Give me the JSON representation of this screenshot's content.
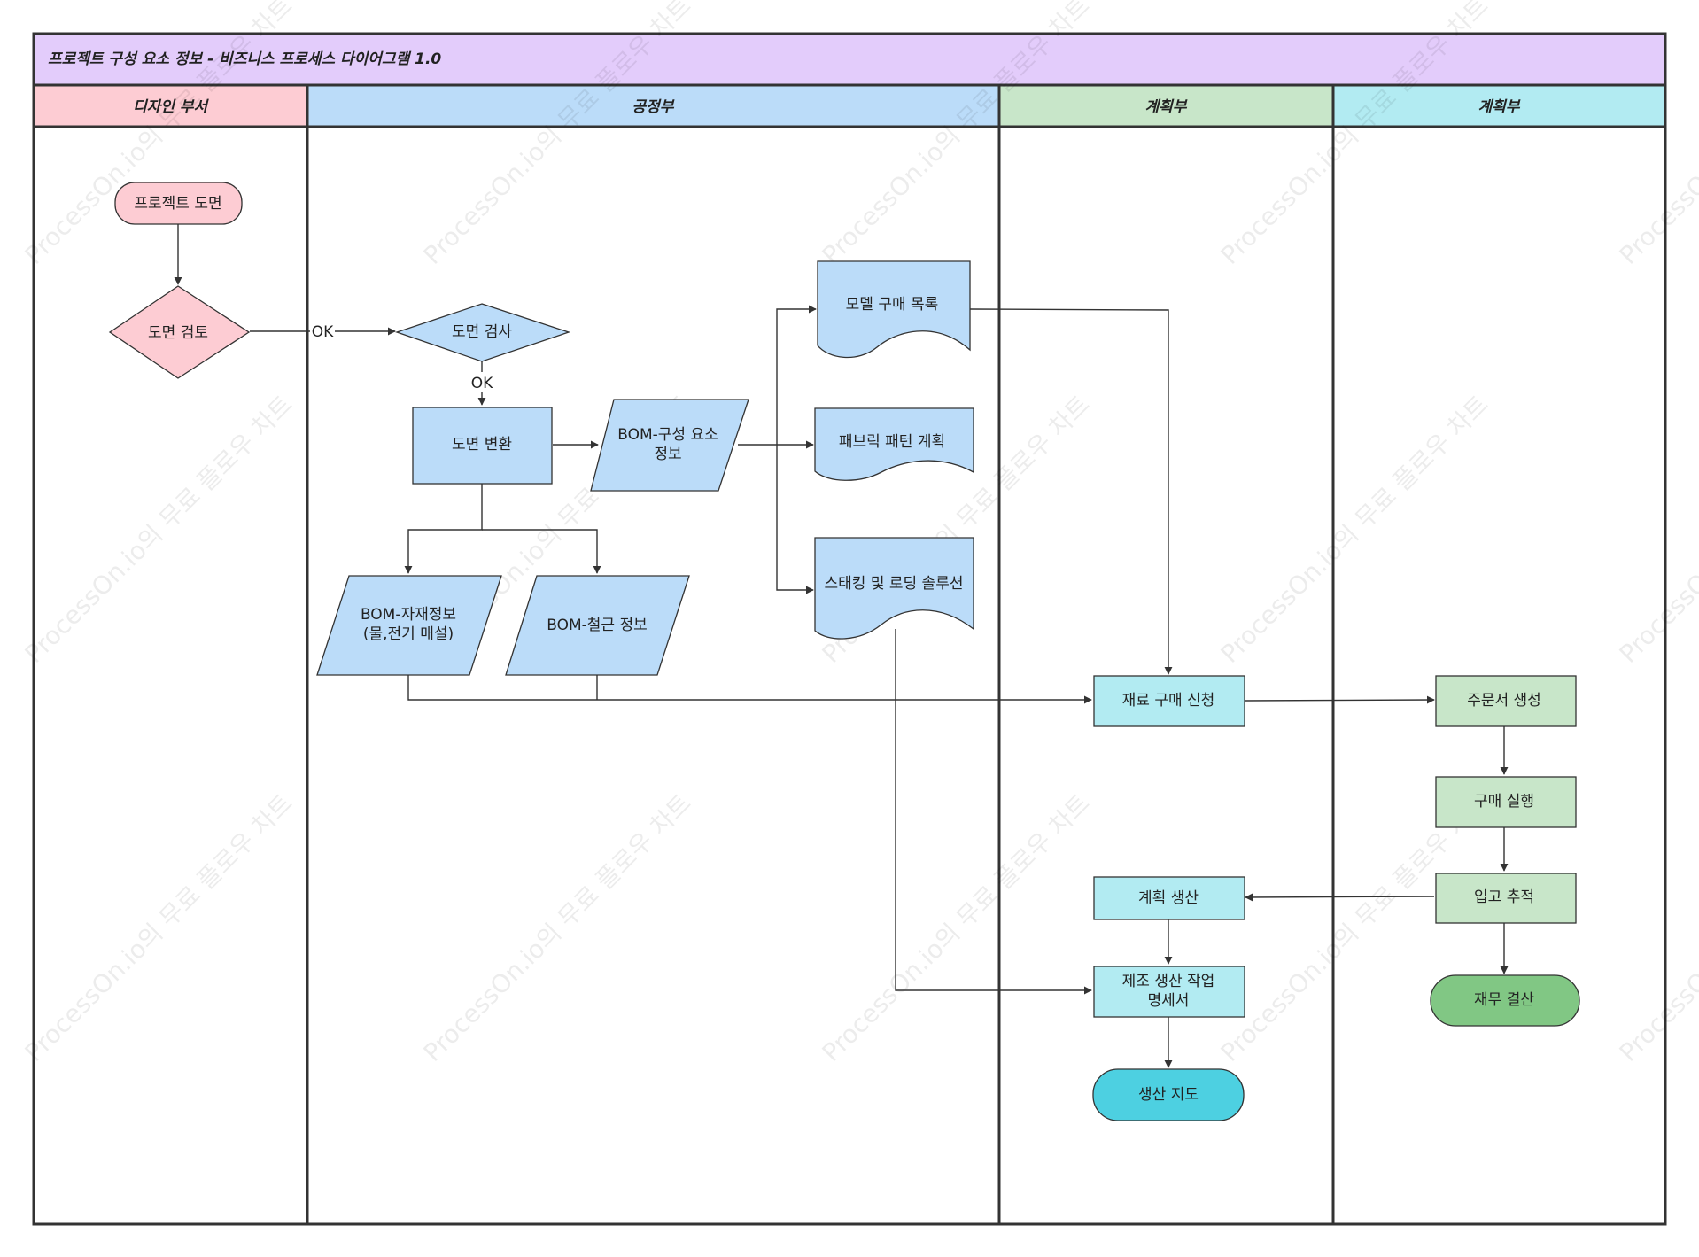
{
  "title": "프로젝트 구성 요소 정보 - 비즈니스 프로세스 다이어그램 1.0",
  "lanes": {
    "design": "디자인 부서",
    "process": "공정부",
    "planning1": "계획부",
    "planning2": "계획부"
  },
  "nodes": {
    "project_drawing": "프로젝트 도면",
    "drawing_review": "도면 검토",
    "drawing_inspection": "도면 검사",
    "drawing_conversion": "도면 변환",
    "bom_component_l1": "BOM-구성 요소",
    "bom_component_l2": "정보",
    "bom_material_l1": "BOM-자재정보",
    "bom_material_l2": "(물,전기 매설)",
    "bom_rebar": "BOM-철근 정보",
    "model_purchase_list": "모델 구매 목록",
    "fabric_pattern_plan": "패브릭 패턴 계획",
    "stacking_loading": "스태킹 및 로딩 솔루션",
    "material_purchase_request": "재료 구매 신청",
    "order_creation": "주문서 생성",
    "purchase_execution": "구매 실행",
    "receipt_tracking": "입고 추적",
    "planned_production": "계획 생산",
    "manufacturing_spec_l1": "제조 생산 작업",
    "manufacturing_spec_l2": "명세서",
    "production_guidance": "생산 지도",
    "financial_settlement": "재무 결산"
  },
  "edge_labels": {
    "review_ok": "OK",
    "inspection_ok": "OK"
  },
  "watermarks": {
    "brand": "ProcessOn.io의 무료 플로우 차트"
  },
  "colors": {
    "title_bg": "#e3ccfb",
    "design_lane": "#fdccd3",
    "process_lane": "#bbdcf9",
    "planning1_lane": "#c8e6c9",
    "planning2_lane": "#b2ebf2",
    "pink_node": "#fdccd3",
    "blue_node": "#bbdcf9",
    "cyan_node": "#b2ebf2",
    "cyan_terminal": "#4dd0e1",
    "green_node": "#c8e6c9",
    "green_terminal": "#81c784"
  }
}
